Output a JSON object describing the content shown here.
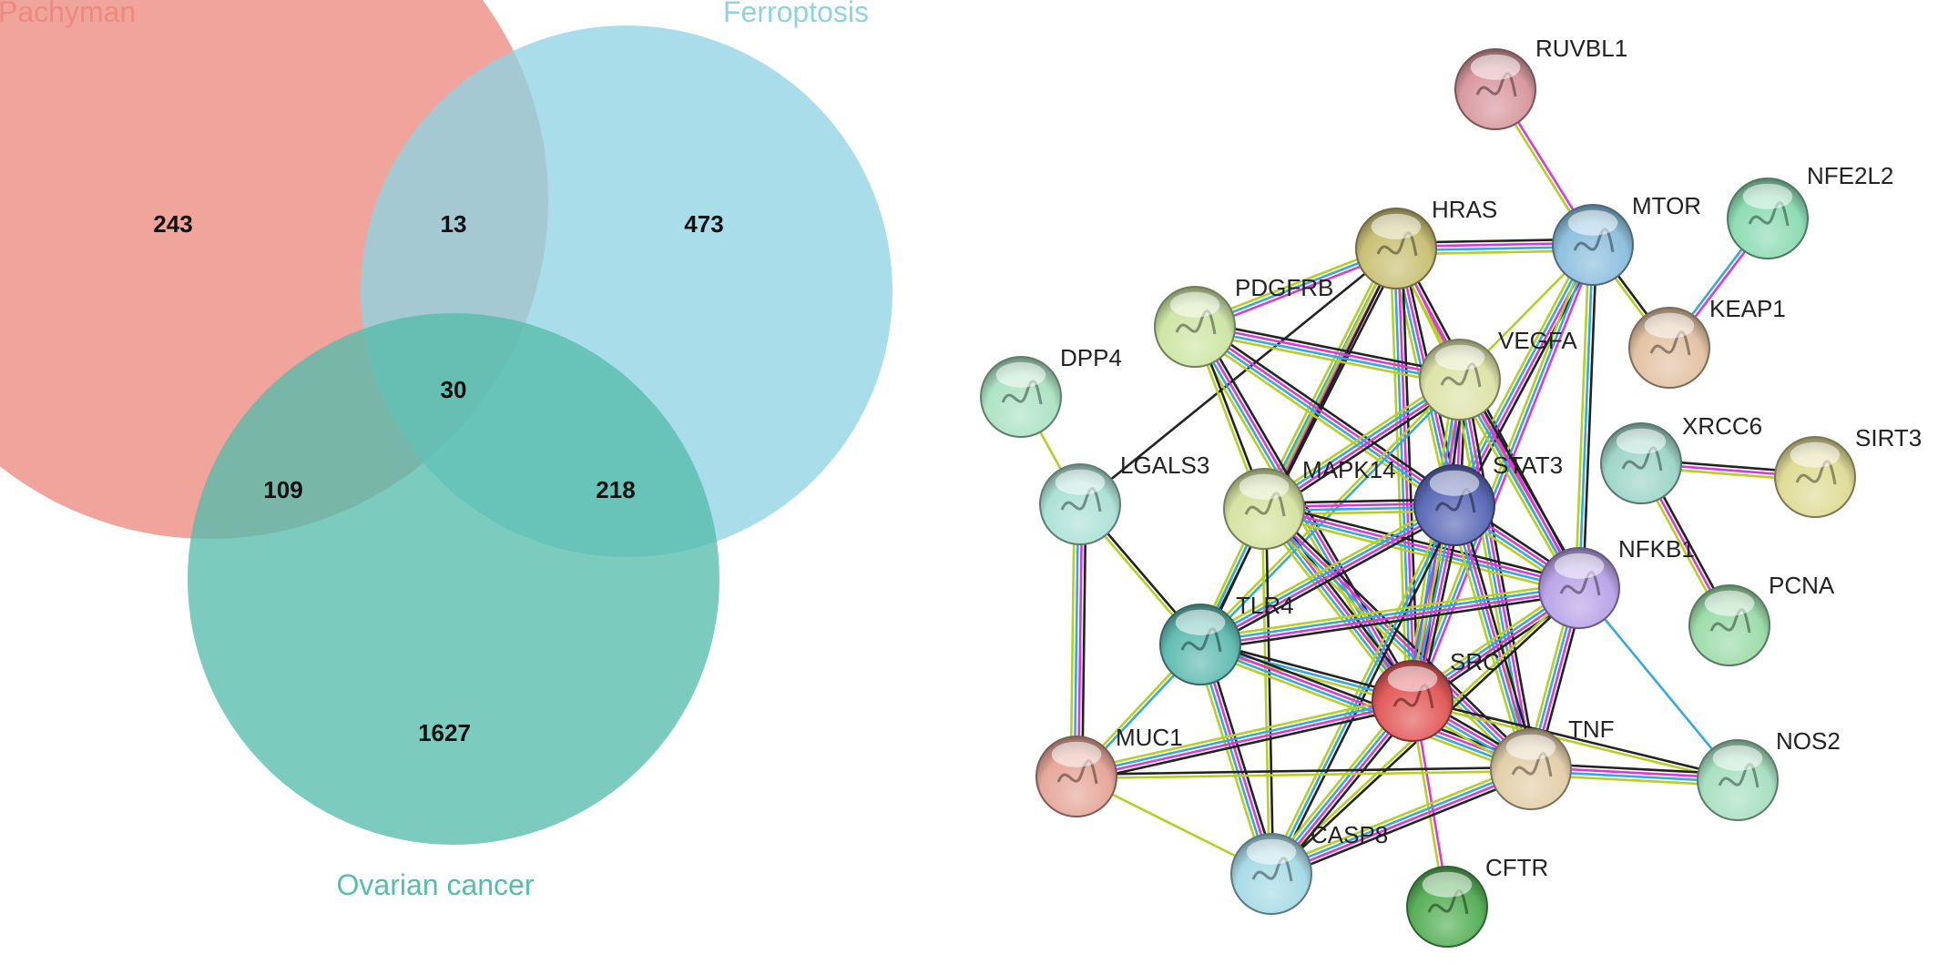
{
  "venn": {
    "sets": [
      {
        "key": "pachyman",
        "label": "Pachyman",
        "color": "#ec8a7f"
      },
      {
        "key": "ferroptosis",
        "label": "Ferroptosis",
        "color": "#8fd3e3"
      },
      {
        "key": "ovarian",
        "label": "Ovarian cancer",
        "color": "#56bdac"
      }
    ],
    "regions": {
      "pachyman_only": "243",
      "pachyman_ferroptosis": "13",
      "ferroptosis_only": "473",
      "all_three": "30",
      "pachyman_ovarian": "109",
      "ferroptosis_ovarian": "218",
      "ovarian_only": "1627"
    }
  },
  "network": {
    "nodes": [
      {
        "id": "RUVBL1",
        "label": "RUVBL1",
        "color": "#d99aa0"
      },
      {
        "id": "NFE2L2",
        "label": "NFE2L2",
        "color": "#8edcb4"
      },
      {
        "id": "HRAS",
        "label": "HRAS",
        "color": "#c9c177"
      },
      {
        "id": "MTOR",
        "label": "MTOR",
        "color": "#8ec0de"
      },
      {
        "id": "PDGFRB",
        "label": "PDGFRB",
        "color": "#cde6a6"
      },
      {
        "id": "KEAP1",
        "label": "KEAP1",
        "color": "#e3c3a5"
      },
      {
        "id": "VEGFA",
        "label": "VEGFA",
        "color": "#dde3a9"
      },
      {
        "id": "DPP4",
        "label": "DPP4",
        "color": "#aee3c4"
      },
      {
        "id": "XRCC6",
        "label": "XRCC6",
        "color": "#9fd6c7"
      },
      {
        "id": "SIRT3",
        "label": "SIRT3",
        "color": "#dfdb97"
      },
      {
        "id": "LGALS3",
        "label": "LGALS3",
        "color": "#aee2d7"
      },
      {
        "id": "MAPK14",
        "label": "MAPK14",
        "color": "#d6e3a2"
      },
      {
        "id": "STAT3",
        "label": "STAT3",
        "color": "#5d6cb8"
      },
      {
        "id": "NFKB1",
        "label": "NFKB1",
        "color": "#b9a6e8"
      },
      {
        "id": "PCNA",
        "label": "PCNA",
        "color": "#9edcab"
      },
      {
        "id": "TLR4",
        "label": "TLR4",
        "color": "#63bdb3"
      },
      {
        "id": "SRC",
        "label": "SRC",
        "color": "#e35c5c"
      },
      {
        "id": "MUC1",
        "label": "MUC1",
        "color": "#e6a89a"
      },
      {
        "id": "TNF",
        "label": "TNF",
        "color": "#e3cfaa"
      },
      {
        "id": "NOS2",
        "label": "NOS2",
        "color": "#a9e0c1"
      },
      {
        "id": "CASP8",
        "label": "CASP8",
        "color": "#a9dbe6"
      },
      {
        "id": "CFTR",
        "label": "CFTR",
        "color": "#59b05a"
      }
    ],
    "edge_colors": {
      "black": "#222222",
      "magenta": "#d93ad9",
      "cyan": "#33aadd",
      "yellow_green": "#b7cf22",
      "violet": "#7a68d8"
    },
    "edges": [
      {
        "a": "RUVBL1",
        "b": "MTOR",
        "types": [
          "magenta",
          "yellow_green"
        ]
      },
      {
        "a": "NFE2L2",
        "b": "KEAP1",
        "types": [
          "magenta",
          "cyan"
        ]
      },
      {
        "a": "HRAS",
        "b": "MTOR",
        "types": [
          "black",
          "magenta",
          "cyan",
          "yellow_green"
        ]
      },
      {
        "a": "HRAS",
        "b": "PDGFRB",
        "types": [
          "magenta",
          "cyan",
          "yellow_green"
        ]
      },
      {
        "a": "HRAS",
        "b": "VEGFA",
        "types": [
          "magenta",
          "yellow_green"
        ]
      },
      {
        "a": "HRAS",
        "b": "STAT3",
        "types": [
          "black",
          "magenta",
          "cyan",
          "yellow_green"
        ]
      },
      {
        "a": "HRAS",
        "b": "SRC",
        "types": [
          "black",
          "magenta",
          "cyan",
          "yellow_green"
        ]
      },
      {
        "a": "HRAS",
        "b": "MAPK14",
        "types": [
          "black",
          "magenta",
          "cyan",
          "yellow_green"
        ]
      },
      {
        "a": "HRAS",
        "b": "NFKB1",
        "types": [
          "black",
          "magenta",
          "yellow_green"
        ]
      },
      {
        "a": "HRAS",
        "b": "TLR4",
        "types": [
          "black",
          "yellow_green"
        ]
      },
      {
        "a": "HRAS",
        "b": "LGALS3",
        "types": [
          "black"
        ]
      },
      {
        "a": "MTOR",
        "b": "KEAP1",
        "types": [
          "black",
          "yellow_green"
        ]
      },
      {
        "a": "MTOR",
        "b": "STAT3",
        "types": [
          "black",
          "magenta",
          "cyan",
          "yellow_green"
        ]
      },
      {
        "a": "MTOR",
        "b": "SRC",
        "types": [
          "magenta",
          "cyan",
          "yellow_green"
        ]
      },
      {
        "a": "MTOR",
        "b": "NFKB1",
        "types": [
          "black",
          "cyan",
          "yellow_green"
        ]
      },
      {
        "a": "MTOR",
        "b": "VEGFA",
        "types": [
          "yellow_green"
        ]
      },
      {
        "a": "PDGFRB",
        "b": "VEGFA",
        "types": [
          "black",
          "magenta",
          "cyan",
          "yellow_green"
        ]
      },
      {
        "a": "PDGFRB",
        "b": "SRC",
        "types": [
          "black",
          "magenta",
          "cyan",
          "yellow_green"
        ]
      },
      {
        "a": "PDGFRB",
        "b": "STAT3",
        "types": [
          "black",
          "magenta",
          "cyan",
          "yellow_green"
        ]
      },
      {
        "a": "PDGFRB",
        "b": "MAPK14",
        "types": [
          "black",
          "yellow_green"
        ]
      },
      {
        "a": "DPP4",
        "b": "LGALS3",
        "types": [
          "yellow_green"
        ]
      },
      {
        "a": "VEGFA",
        "b": "STAT3",
        "types": [
          "black",
          "magenta",
          "cyan",
          "yellow_green"
        ]
      },
      {
        "a": "VEGFA",
        "b": "SRC",
        "types": [
          "black",
          "magenta",
          "cyan",
          "yellow_green"
        ]
      },
      {
        "a": "VEGFA",
        "b": "NFKB1",
        "types": [
          "black",
          "magenta",
          "cyan",
          "yellow_green"
        ]
      },
      {
        "a": "VEGFA",
        "b": "MAPK14",
        "types": [
          "black",
          "magenta",
          "cyan",
          "yellow_green"
        ]
      },
      {
        "a": "VEGFA",
        "b": "TNF",
        "types": [
          "black",
          "magenta",
          "cyan",
          "yellow_green"
        ]
      },
      {
        "a": "VEGFA",
        "b": "TLR4",
        "types": [
          "cyan",
          "yellow_green"
        ]
      },
      {
        "a": "XRCC6",
        "b": "SIRT3",
        "types": [
          "black",
          "magenta",
          "yellow_green"
        ]
      },
      {
        "a": "XRCC6",
        "b": "PCNA",
        "types": [
          "black",
          "magenta",
          "yellow_green"
        ]
      },
      {
        "a": "LGALS3",
        "b": "MUC1",
        "types": [
          "black",
          "magenta",
          "cyan",
          "yellow_green"
        ]
      },
      {
        "a": "LGALS3",
        "b": "TLR4",
        "types": [
          "black",
          "yellow_green"
        ]
      },
      {
        "a": "MAPK14",
        "b": "STAT3",
        "types": [
          "black",
          "magenta",
          "cyan",
          "yellow_green"
        ]
      },
      {
        "a": "MAPK14",
        "b": "SRC",
        "types": [
          "black",
          "magenta",
          "cyan",
          "yellow_green"
        ]
      },
      {
        "a": "MAPK14",
        "b": "NFKB1",
        "types": [
          "black",
          "magenta",
          "cyan",
          "yellow_green"
        ]
      },
      {
        "a": "MAPK14",
        "b": "TNF",
        "types": [
          "black",
          "magenta",
          "cyan",
          "yellow_green"
        ]
      },
      {
        "a": "MAPK14",
        "b": "TLR4",
        "types": [
          "black",
          "cyan",
          "yellow_green"
        ]
      },
      {
        "a": "MAPK14",
        "b": "CASP8",
        "types": [
          "black",
          "yellow_green"
        ]
      },
      {
        "a": "STAT3",
        "b": "SRC",
        "types": [
          "black",
          "magenta",
          "cyan",
          "yellow_green",
          "violet"
        ]
      },
      {
        "a": "STAT3",
        "b": "NFKB1",
        "types": [
          "black",
          "magenta",
          "cyan",
          "yellow_green"
        ]
      },
      {
        "a": "STAT3",
        "b": "TNF",
        "types": [
          "black",
          "magenta",
          "cyan",
          "yellow_green"
        ]
      },
      {
        "a": "STAT3",
        "b": "TLR4",
        "types": [
          "black",
          "magenta",
          "cyan",
          "yellow_green"
        ]
      },
      {
        "a": "STAT3",
        "b": "CASP8",
        "types": [
          "black",
          "cyan",
          "yellow_green"
        ]
      },
      {
        "a": "NFKB1",
        "b": "SRC",
        "types": [
          "black",
          "magenta",
          "cyan",
          "yellow_green"
        ]
      },
      {
        "a": "NFKB1",
        "b": "TNF",
        "types": [
          "black",
          "magenta",
          "cyan",
          "yellow_green"
        ]
      },
      {
        "a": "NFKB1",
        "b": "TLR4",
        "types": [
          "black",
          "magenta",
          "cyan",
          "yellow_green"
        ]
      },
      {
        "a": "NFKB1",
        "b": "NOS2",
        "types": [
          "cyan"
        ]
      },
      {
        "a": "NFKB1",
        "b": "CASP8",
        "types": [
          "black",
          "yellow_green"
        ]
      },
      {
        "a": "TLR4",
        "b": "SRC",
        "types": [
          "black",
          "cyan",
          "yellow_green"
        ]
      },
      {
        "a": "TLR4",
        "b": "TNF",
        "types": [
          "black",
          "magenta",
          "cyan",
          "yellow_green"
        ]
      },
      {
        "a": "TLR4",
        "b": "CASP8",
        "types": [
          "black",
          "magenta",
          "cyan",
          "yellow_green"
        ]
      },
      {
        "a": "TLR4",
        "b": "MUC1",
        "types": [
          "cyan",
          "yellow_green"
        ]
      },
      {
        "a": "SRC",
        "b": "TNF",
        "types": [
          "black",
          "magenta",
          "cyan",
          "yellow_green"
        ]
      },
      {
        "a": "SRC",
        "b": "MUC1",
        "types": [
          "black",
          "magenta",
          "cyan",
          "yellow_green"
        ]
      },
      {
        "a": "SRC",
        "b": "CASP8",
        "types": [
          "black",
          "magenta",
          "cyan",
          "yellow_green"
        ]
      },
      {
        "a": "SRC",
        "b": "NOS2",
        "types": [
          "black",
          "yellow_green"
        ]
      },
      {
        "a": "SRC",
        "b": "CFTR",
        "types": [
          "magenta",
          "yellow_green"
        ]
      },
      {
        "a": "TNF",
        "b": "NOS2",
        "types": [
          "black",
          "magenta",
          "cyan",
          "yellow_green"
        ]
      },
      {
        "a": "TNF",
        "b": "CASP8",
        "types": [
          "black",
          "magenta",
          "cyan",
          "yellow_green"
        ]
      },
      {
        "a": "MUC1",
        "b": "CASP8",
        "types": [
          "yellow_green"
        ]
      },
      {
        "a": "MUC1",
        "b": "TNF",
        "types": [
          "black",
          "yellow_green"
        ]
      }
    ]
  }
}
